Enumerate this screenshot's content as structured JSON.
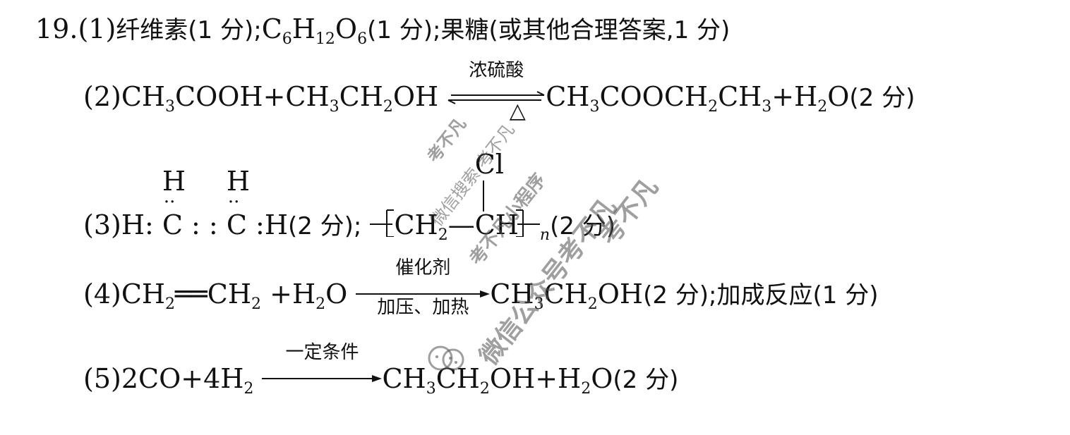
{
  "question": {
    "number": "19.",
    "parts": [
      {
        "label": "(1)",
        "segments": [
          "纤维素(1 分);",
          "C",
          "6",
          "H",
          "12",
          "O",
          "6",
          "(1 分);果糖(或其他合理答案,1 分)"
        ]
      },
      {
        "label": "(2)",
        "reactants": [
          "CH",
          "3",
          "COOH+CH",
          "3",
          "CH",
          "2",
          "OH"
        ],
        "arrow_top": "浓硫酸",
        "arrow_bottom": "△",
        "arrow_type": "reversible",
        "products": [
          "CH",
          "3",
          "COOCH",
          "2",
          "CH",
          "3",
          "+H",
          "2",
          "O"
        ],
        "score": "(2 分)"
      },
      {
        "label": "(3)",
        "electron_formula": {
          "left_h": "H",
          "c1": "C",
          "c2": "C",
          "right_h": "H",
          "top_h1": "H",
          "top_h2": "H",
          "sep1": ":",
          "double": ": :",
          "sep2": ":"
        },
        "score1": "(2 分);",
        "polymer": {
          "unit1": "CH",
          "unit1_sub": "2",
          "bond": "—",
          "unit2": "CH",
          "substituent": "Cl",
          "repeat": "n"
        },
        "score2": "(2 分)"
      },
      {
        "label": "(4)",
        "reactants": [
          "CH",
          "2",
          "══CH",
          "2",
          " +H",
          "2",
          "O"
        ],
        "arrow_top": "催化剂",
        "arrow_bottom": "加压、加热",
        "products": [
          "CH",
          "3",
          "CH",
          "2",
          "OH"
        ],
        "score": "(2 分);加成反应(1 分)"
      },
      {
        "label": "(5)",
        "reactants": [
          "2CO+4H",
          "2"
        ],
        "arrow_top": "一定条件",
        "products": [
          "CH",
          "3",
          "CH",
          "2",
          "OH+H",
          "2",
          "O"
        ],
        "score": "(2 分)"
      }
    ]
  },
  "watermarks": [
    "考不凡",
    "微信搜索 考不凡",
    "考不凡小程序",
    "考不凡",
    "微信公众号考不凡"
  ]
}
